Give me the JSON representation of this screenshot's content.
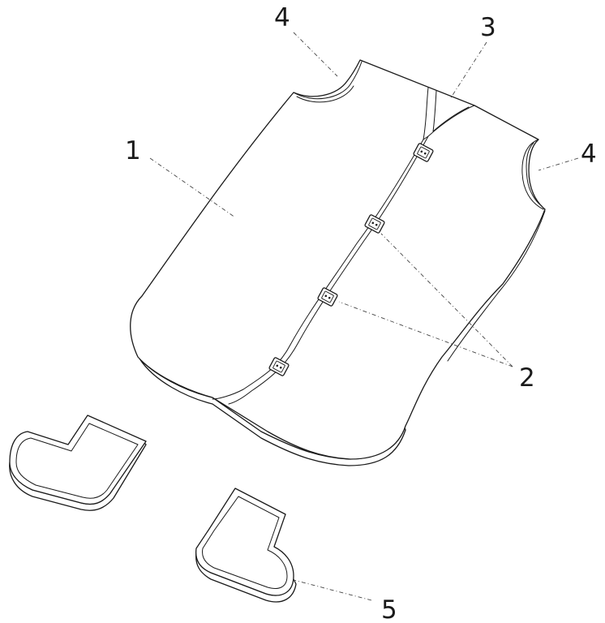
{
  "callouts": {
    "label_1": "1",
    "label_2": "2",
    "label_3": "3",
    "label_4_left": "4",
    "label_4_right": "4",
    "label_5": "5"
  },
  "colors": {
    "line": "#1a1a1a",
    "background": "#ffffff"
  }
}
